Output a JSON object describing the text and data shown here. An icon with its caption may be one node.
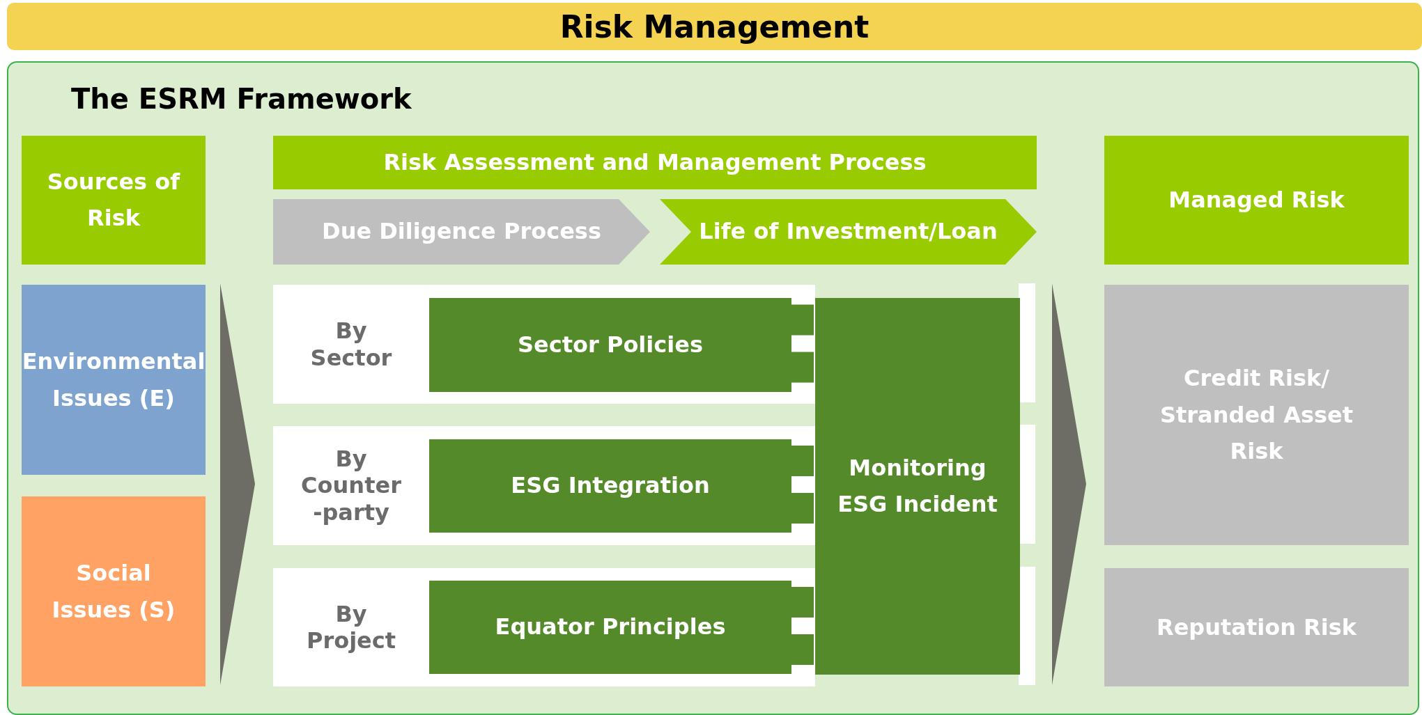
{
  "diagram": {
    "title": "Risk Management",
    "nodes": [
      {
        "text": [
          "The ESRM Framework"
        ]
      },
      {
        "text": [
          "Sources of Risk"
        ],
        "in": 0
      },
      {
        "text": [
          "Environmental Issues (E)"
        ],
        "in": 0
      },
      {
        "text": [
          "Social Issues (S)"
        ],
        "in": 0
      },
      {
        "text": [
          "Risk Assessment and Management Process"
        ],
        "in": 0
      },
      {
        "text": [
          "Due Diligence Process"
        ],
        "in": 0
      },
      {
        "text": [
          "Life of Investment/Loan"
        ],
        "in": 0
      },
      {
        "text": [
          "By Sector"
        ],
        "in": 0
      },
      {
        "text": [
          "Sector Policies"
        ],
        "in": 7
      },
      {
        "text": [
          "By Counter -party"
        ],
        "in": 0
      },
      {
        "text": [
          "ESG Integration"
        ],
        "in": 9
      },
      {
        "text": [
          "By Project"
        ],
        "in": 0
      },
      {
        "text": [
          "Equator Principles"
        ],
        "in": 11
      },
      {
        "text": [
          "Monitoring ESG Incident"
        ],
        "in": 0
      },
      {
        "text": [
          "Managed Risk"
        ],
        "in": 0
      },
      {
        "text": [
          "Credit Risk/ Stranded Asset Risk"
        ],
        "in": 0
      },
      {
        "text": [
          "Reputation Risk"
        ],
        "in": 0
      }
    ],
    "edges": [
      {
        "from": 8,
        "to": 13,
        "arrow": "none"
      },
      {
        "from": 10,
        "to": 13,
        "arrow": "none"
      },
      {
        "from": 12,
        "to": 13,
        "arrow": "none"
      }
    ]
  }
}
